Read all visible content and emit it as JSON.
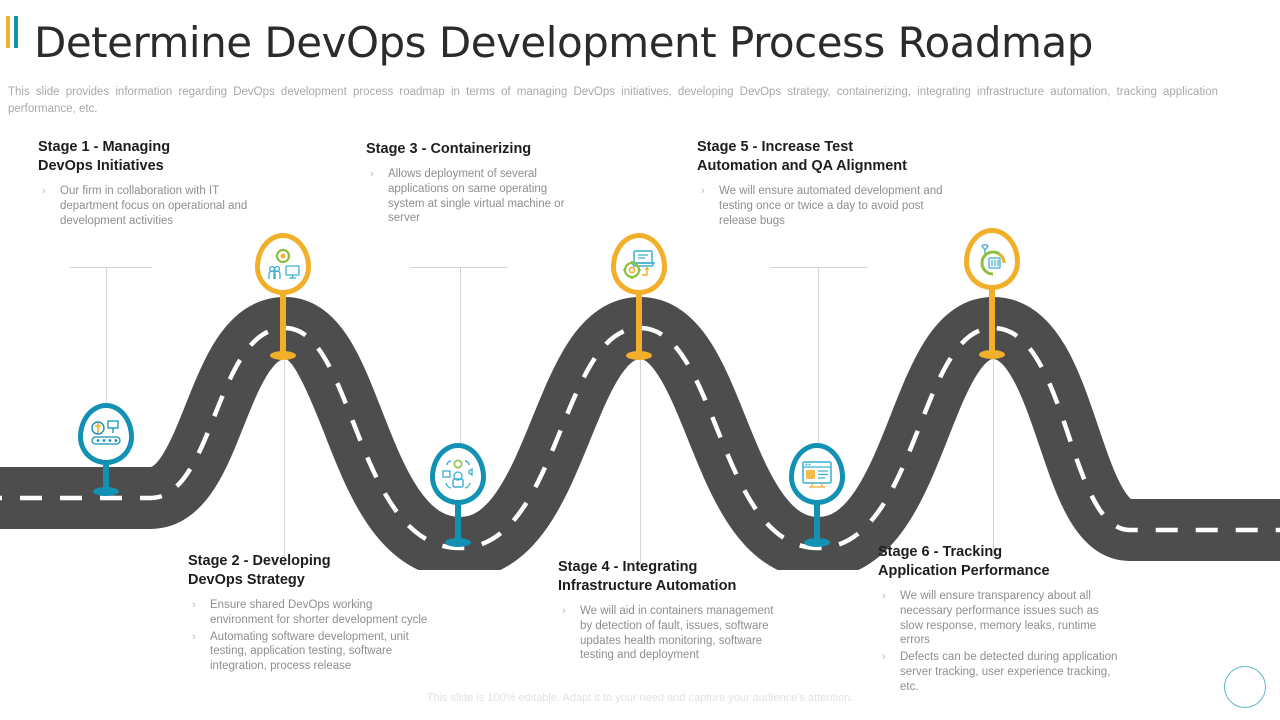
{
  "header": {
    "title": "Determine DevOps Development Process Roadmap",
    "subtitle": "This slide provides  information  regarding  DevOps  development   process roadmap  in terms of managing DevOps  initiatives,  developing  DevOps  strategy,  containerizing,  integrating  infrastructure  automation,  tracking application performance,  etc."
  },
  "theme": {
    "yellow": "#F2AF29",
    "teal": "#1391B4",
    "road": "#4D4D4D",
    "dash": "#FFFFFF",
    "title_color": "#2B2B2B",
    "body_color": "#8E8E8E",
    "guide_color": "#D4D4D4"
  },
  "accent_bars": [
    {
      "name": "accent-bar-yellow",
      "color": "#F2AF29"
    },
    {
      "name": "accent-bar-teal",
      "color": "#1391B4"
    }
  ],
  "stages": [
    {
      "id": 1,
      "title": "Stage 1 - Managing DevOps Initiatives",
      "title_line1": "Stage 1 - Managing",
      "title_line2": "DevOps Initiatives",
      "pin_color": "#1391B4",
      "pin_icon": "factory-conveyor-icon",
      "position": "below-road",
      "bullets": [
        "Our firm in collaboration with IT department focus on operational and development activities"
      ]
    },
    {
      "id": 2,
      "title": "Stage 2 - Developing DevOps Strategy",
      "title_line1": "Stage 2 - Developing",
      "title_line2": "DevOps Strategy",
      "pin_color": "#F2AF29",
      "pin_icon": "gear-people-monitor-icon",
      "position": "above-road",
      "bullets": [
        "Ensure shared DevOps working environment for shorter development cycle",
        "Automating software development, unit testing, application testing, software integration, process release"
      ]
    },
    {
      "id": 3,
      "title": "Stage 3 - Containerizing",
      "title_line1": "Stage 3 - Containerizing",
      "title_line2": "",
      "pin_color": "#1391B4",
      "pin_icon": "container-network-icon",
      "position": "below-road",
      "bullets": [
        "Allows deployment of several applications on same operating system at single virtual machine or server"
      ]
    },
    {
      "id": 4,
      "title": "Stage 4 - Integrating Infrastructure Automation",
      "title_line1": "Stage 4 - Integrating",
      "title_line2": "Infrastructure Automation",
      "pin_color": "#F2AF29",
      "pin_icon": "laptop-gear-icon",
      "position": "above-road",
      "bullets": [
        "We will aid in containers management by detection of fault, issues, software updates health monitoring, software testing and deployment"
      ]
    },
    {
      "id": 5,
      "title": "Stage 5 - Increase Test Automation and QA Alignment",
      "title_line1": "Stage 5 - Increase Test",
      "title_line2": "Automation and QA Alignment",
      "pin_color": "#1391B4",
      "pin_icon": "browser-dashboard-icon",
      "position": "below-road",
      "bullets": [
        "We will ensure automated development and testing once or twice a day to avoid post release bugs"
      ]
    },
    {
      "id": 6,
      "title": "Stage 6  - Tracking Application Performance",
      "title_line1": "Stage 6  - Tracking",
      "title_line2": "Application Performance",
      "pin_color": "#F2AF29",
      "pin_icon": "gauge-meter-icon",
      "position": "above-road",
      "bullets": [
        "We will ensure transparency about all necessary performance issues such as slow response, memory leaks, runtime errors",
        "Defects can be detected during application server tracking, user experience tracking, etc."
      ]
    }
  ],
  "footer": {
    "note": "This slide is 100% editable. Adapt it to your need and capture your audience's attention."
  }
}
